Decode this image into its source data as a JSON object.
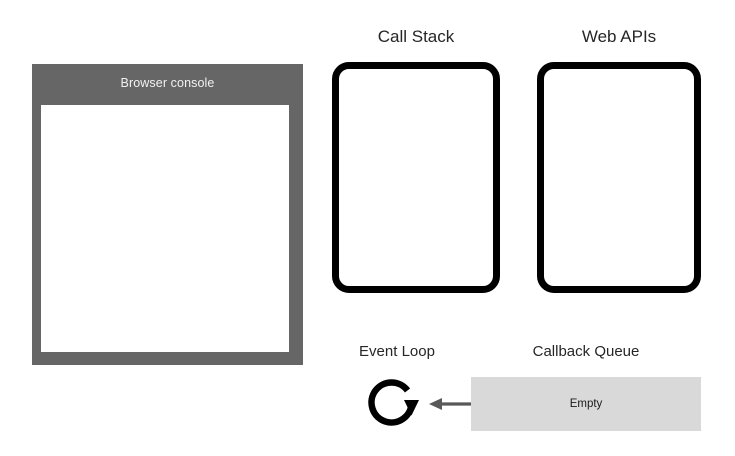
{
  "diagram": {
    "title_hidden": "",
    "colors": {
      "console_frame": "#666666",
      "console_screen": "#ffffff",
      "box_outline": "#000000",
      "queue_fill": "#d9d9d9",
      "arrow": "#595959",
      "text_dark": "#262626",
      "text_light": "#f2f2f2"
    },
    "console": {
      "title": "Browser console",
      "content": ""
    },
    "call_stack": {
      "title": "Call Stack",
      "content": ""
    },
    "web_apis": {
      "title": "Web APIs",
      "content": ""
    },
    "event_loop": {
      "label": "Event Loop",
      "icon": "circular-arrow-icon"
    },
    "arrow": {
      "icon": "arrow-left-icon",
      "direction": "left"
    },
    "callback_queue": {
      "label": "Callback Queue",
      "value": "Empty"
    }
  }
}
